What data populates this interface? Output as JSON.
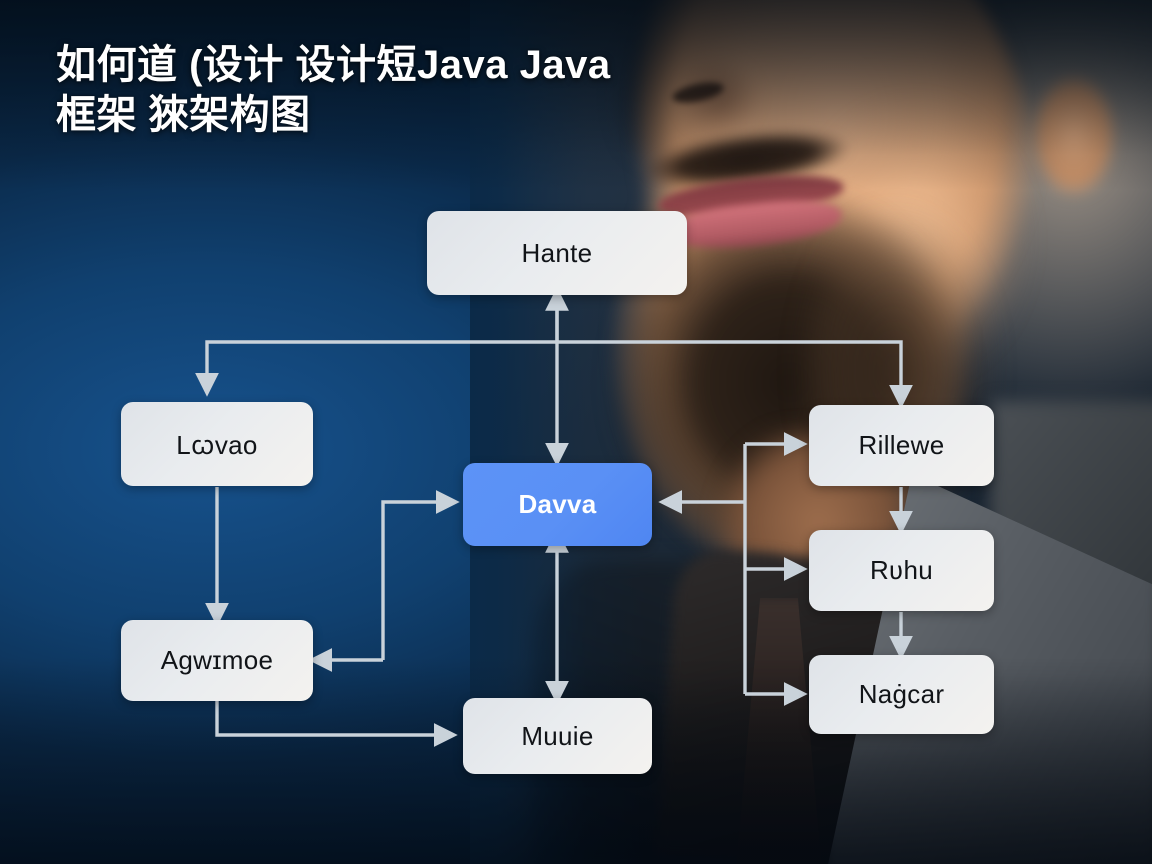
{
  "slide": {
    "title_line1": "如何道 (设计 设计短Java Java",
    "title_line2": "框架 猍架构图",
    "background_colors": {
      "top": "#071f33",
      "mid": "#10497c",
      "bottom": "#061a2c"
    }
  },
  "photo": {
    "alt_name": "bearded-man-in-suit-portrait"
  },
  "diagram": {
    "node_fill": "#e6e9ed",
    "accent_fill": "#5b91f5",
    "edge_color": "#c9d2da",
    "nodes": [
      {
        "id": "hante",
        "label": "Hante",
        "highlight": false
      },
      {
        "id": "lovao",
        "label": "Lꞷvao",
        "highlight": false
      },
      {
        "id": "davva",
        "label": "Davva",
        "highlight": true
      },
      {
        "id": "rillewe",
        "label": "Rillewe",
        "highlight": false
      },
      {
        "id": "agwimoe",
        "label": "Agwɪmoe",
        "highlight": false
      },
      {
        "id": "ruhu",
        "label": "Rʋhu",
        "highlight": false
      },
      {
        "id": "muuie",
        "label": "Muuie",
        "highlight": false
      },
      {
        "id": "nagcar",
        "label": "Naġcar",
        "highlight": false
      }
    ],
    "edges": [
      {
        "from": "hante",
        "to": "lovao",
        "arrow": "single"
      },
      {
        "from": "hante",
        "to": "rillewe",
        "arrow": "single"
      },
      {
        "from": "hante",
        "to": "davva",
        "arrow": "double"
      },
      {
        "from": "lovao",
        "to": "agwimoe",
        "arrow": "single"
      },
      {
        "from": "agwimoe",
        "to": "muuie",
        "arrow": "single"
      },
      {
        "from": "davva",
        "to": "agwimoe",
        "arrow": "single"
      },
      {
        "from": "davva",
        "to": "muuie",
        "arrow": "double"
      },
      {
        "from": "rillewe",
        "to": "davva",
        "arrow": "single"
      },
      {
        "from": "rillewe",
        "to": "ruhu",
        "arrow": "single"
      },
      {
        "from": "ruhu",
        "to": "nagcar",
        "arrow": "single"
      },
      {
        "from": "trunk",
        "to": "rillewe",
        "arrow": "single"
      },
      {
        "from": "trunk",
        "to": "ruhu",
        "arrow": "single"
      },
      {
        "from": "trunk",
        "to": "nagcar",
        "arrow": "single"
      }
    ]
  }
}
